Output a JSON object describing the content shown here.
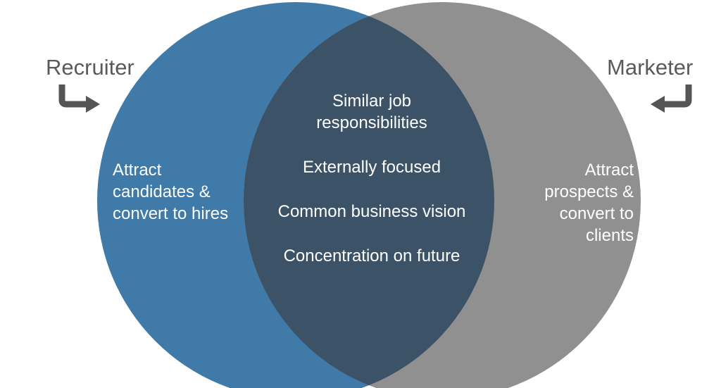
{
  "left_set": {
    "title": "Recruiter",
    "text": "Attract\ncandidates &\nconvert to hires",
    "color": "#3f7aa8"
  },
  "right_set": {
    "title": "Marketer",
    "text": "Attract\nprospects &\nconvert to\nclients",
    "color": "#909090"
  },
  "overlap": {
    "color": "#3c5266",
    "items": [
      "Similar  job\nresponsibilities",
      "Externally focused",
      "Common business vision",
      "Concentration on future"
    ]
  },
  "icons": {
    "left_arrow": "curved-arrow-right-icon",
    "right_arrow": "curved-arrow-left-icon"
  }
}
